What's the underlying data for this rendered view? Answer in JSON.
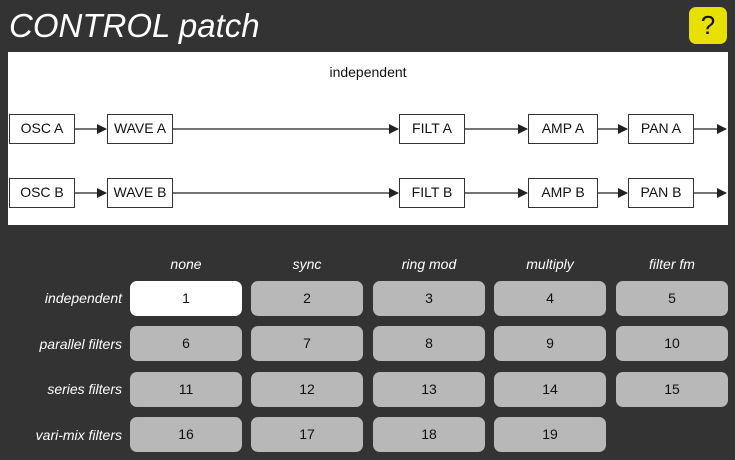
{
  "header": {
    "title": "CONTROL patch",
    "help_label": "?"
  },
  "diagram": {
    "mode_label": "independent",
    "row_a": [
      "OSC A",
      "WAVE A",
      "FILT A",
      "AMP A",
      "PAN A"
    ],
    "row_b": [
      "OSC B",
      "WAVE B",
      "FILT B",
      "AMP B",
      "PAN B"
    ]
  },
  "matrix": {
    "columns": [
      "none",
      "sync",
      "ring mod",
      "multiply",
      "filter fm"
    ],
    "rows": [
      "independent",
      "parallel filters",
      "series filters",
      "vari-mix filters"
    ],
    "cells": [
      [
        "1",
        "2",
        "3",
        "4",
        "5"
      ],
      [
        "6",
        "7",
        "8",
        "9",
        "10"
      ],
      [
        "11",
        "12",
        "13",
        "14",
        "15"
      ],
      [
        "16",
        "17",
        "18",
        "19"
      ]
    ],
    "selected": "1"
  },
  "colors": {
    "accent": "#e8e000",
    "background": "#333333",
    "cell": "#b8b8b8",
    "selected_cell": "#ffffff"
  }
}
